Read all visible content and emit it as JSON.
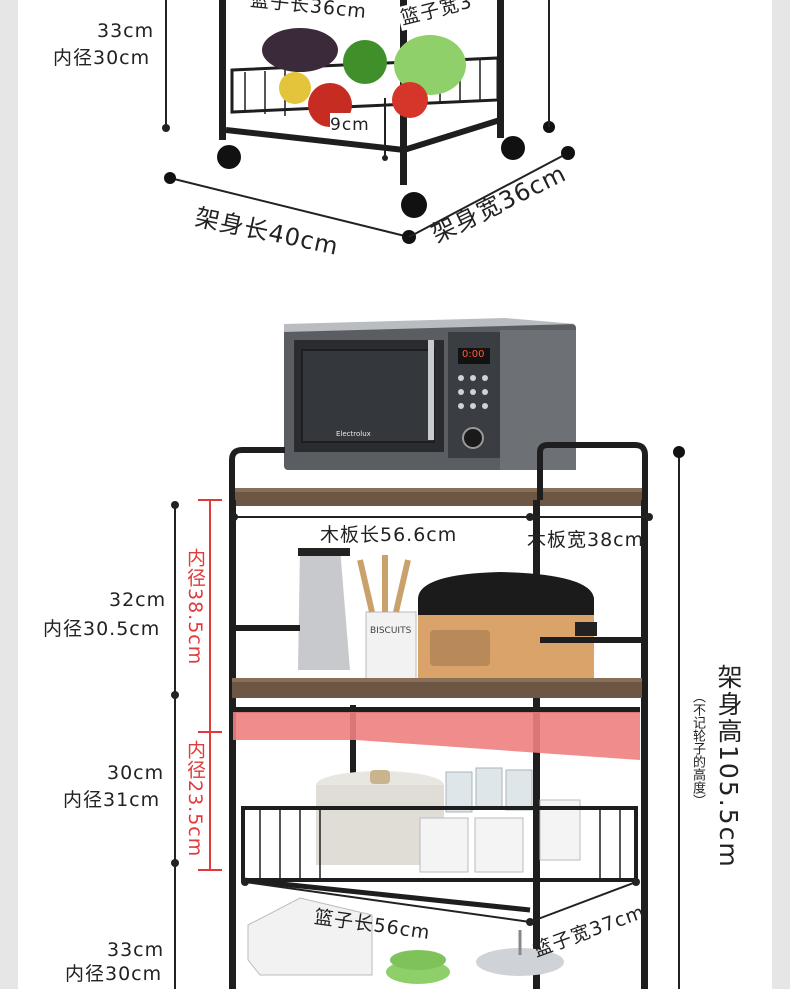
{
  "top_section": {
    "left_height": "33cm",
    "left_inner": "内径30cm",
    "basket_length": "篮子长36cm",
    "basket_width": "篮子宽3",
    "basket_depth": "9cm",
    "frame_length": "架身长40cm",
    "frame_width": "架身宽36cm"
  },
  "main_section": {
    "board_length": "木板长56.6cm",
    "board_width": "木板宽38cm",
    "tier1_height": "32cm",
    "tier1_inner": "内径30.5cm",
    "tier1_inner_red": "内径38.5cm",
    "tier2_height": "30cm",
    "tier2_inner": "内径31cm",
    "tier2_inner_red": "内径23.5cm",
    "basket_length": "篮子长56cm",
    "basket_width": "篮子宽37cm",
    "tier3_height": "33cm",
    "tier3_inner": "内径30cm",
    "total_height": "架身高105.5cm",
    "total_height_note": "（不记轮子的高度）",
    "microwave_brand": "Electrolux",
    "microwave_display": "0:00",
    "jar_label": "BISCUITS"
  },
  "colors": {
    "frame": "#1e1e1e",
    "wood": "#6e5644",
    "accent_red": "#e03a3a",
    "highlight": "#f08080"
  }
}
